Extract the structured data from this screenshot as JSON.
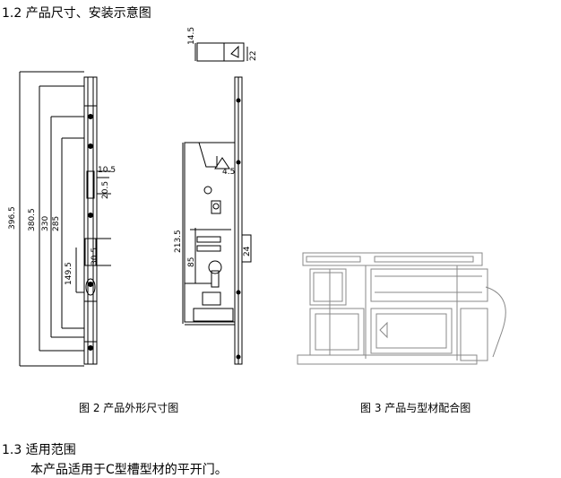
{
  "section_1_2": {
    "title": "1.2 产品尺寸、安装示意图"
  },
  "figure_2": {
    "caption": "图 2 产品外形尺寸图",
    "dims": {
      "d396": "396.5",
      "d380": "380.5",
      "d330": "330",
      "d285": "285",
      "d149": "149.5",
      "d10": "10.5",
      "d20": "20.5",
      "d30": "30.5",
      "d14": "14.5",
      "d22": "22",
      "d213": "213.5",
      "d85": "85",
      "d24": "24",
      "d4_5": "4.5"
    }
  },
  "figure_3": {
    "caption": "图 3 产品与型材配合图"
  },
  "section_1_3": {
    "title": "1.3 适用范围",
    "body": "本产品适用于C型槽型材的平开门。"
  }
}
